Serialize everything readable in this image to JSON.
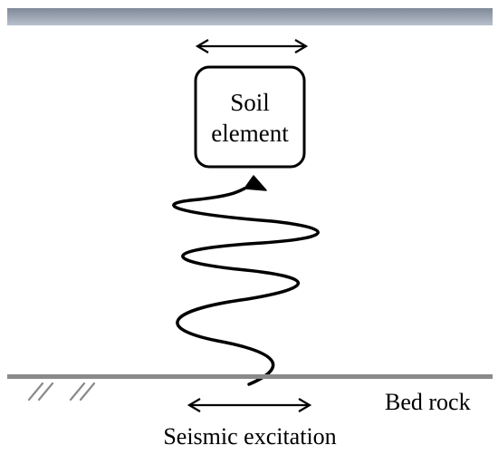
{
  "diagram": {
    "soil_box": {
      "line1": "Soil",
      "line2": "element"
    },
    "bedrock_label": "Bed rock",
    "excitation_label": "Seismic excitation"
  },
  "colors": {
    "ink": "#000000",
    "top_band_light": "#b8c0cc",
    "top_band_dark": "#7f8998",
    "ground": "#8a8a8a"
  },
  "icons": {
    "top_arrow": "double-headed-arrow-icon",
    "bottom_arrow": "double-headed-arrow-icon",
    "wave": "seismic-wave-icon",
    "hatch": "ground-hatch-icon"
  }
}
